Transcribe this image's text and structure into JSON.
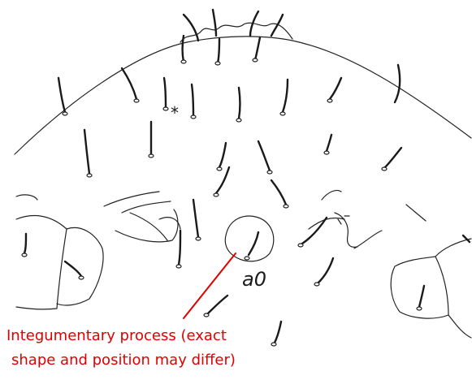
{
  "figure": {
    "labels": {
      "seta_label": "a0",
      "marker": "*"
    },
    "caption": {
      "line1": "Integumentary process (exact",
      "line2": "shape and position may differ)"
    },
    "colors": {
      "ink": "#222222",
      "annotation": "#e00000"
    }
  }
}
